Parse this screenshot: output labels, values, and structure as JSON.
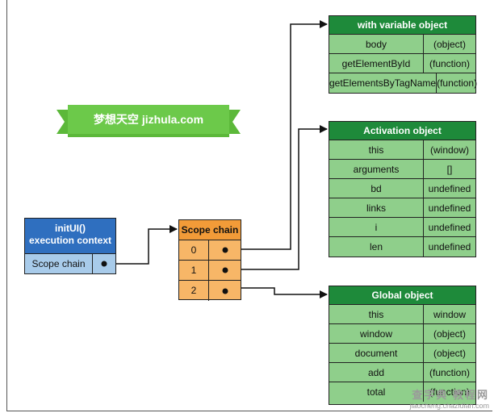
{
  "banner": {
    "text": "梦想天空 jizhula.com"
  },
  "exec_context": {
    "title_line1": "initUI()",
    "title_line2": "execution context",
    "row_label": "Scope chain"
  },
  "scope_chain": {
    "title": "Scope chain",
    "indices": [
      "0",
      "1",
      "2"
    ]
  },
  "with_object": {
    "title": "with variable object",
    "rows": [
      {
        "key": "body",
        "value": "(object)"
      },
      {
        "key": "getElementById",
        "value": "(function)"
      },
      {
        "key": "getElementsByTagName",
        "value": "(function)"
      }
    ]
  },
  "activation_object": {
    "title": "Activation object",
    "rows": [
      {
        "key": "this",
        "value": "(window)"
      },
      {
        "key": "arguments",
        "value": "[]"
      },
      {
        "key": "bd",
        "value": "undefined"
      },
      {
        "key": "links",
        "value": "undefined"
      },
      {
        "key": "i",
        "value": "undefined"
      },
      {
        "key": "len",
        "value": "undefined"
      }
    ]
  },
  "global_object": {
    "title": "Global object",
    "rows": [
      {
        "key": "this",
        "value": "window"
      },
      {
        "key": "window",
        "value": "(object)"
      },
      {
        "key": "document",
        "value": "(object)"
      },
      {
        "key": "add",
        "value": "(function)"
      },
      {
        "key": "total",
        "value": "(function)"
      }
    ]
  },
  "watermark": {
    "line1": "查字典 教程网",
    "line2": "jiaocheng.chazidian.com"
  },
  "colors": {
    "exec_header": "#2f6fbf",
    "exec_row": "#a8cbea",
    "scope_header": "#f29b38",
    "scope_body": "#f7b667",
    "obj_header": "#1e8a3a",
    "obj_body": "#8fcf8b",
    "banner": "#5cb83a"
  }
}
